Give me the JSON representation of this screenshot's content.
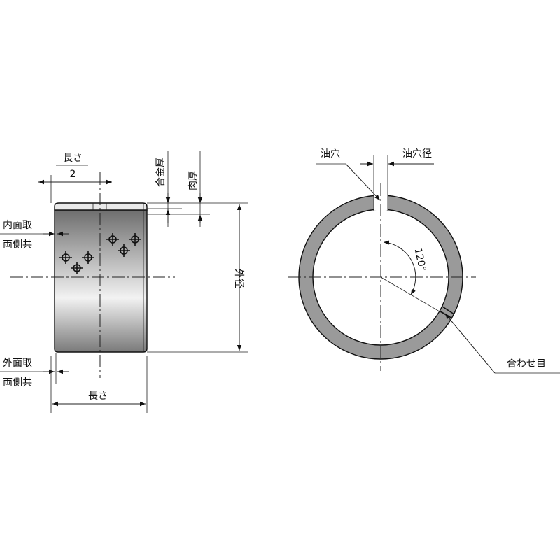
{
  "labels": {
    "half_length_top": "長さ",
    "half_length_bottom": "2",
    "alloy_thickness": "合金厚",
    "wall_thickness": "肉厚",
    "inner_chamfer_1": "内面取",
    "inner_chamfer_2": "両側共",
    "outer_chamfer_1": "外面取",
    "outer_chamfer_2": "両側共",
    "length": "長さ",
    "outer_diameter": "外径",
    "oil_hole": "油穴",
    "oil_hole_diameter": "油穴径",
    "angle": "120°",
    "seam": "合わせ目"
  },
  "colors": {
    "bushing_metal_dark": "#6e6e6e",
    "bushing_metal_light": "#f2f2f2",
    "ring_fill": "#9a9a9a"
  }
}
